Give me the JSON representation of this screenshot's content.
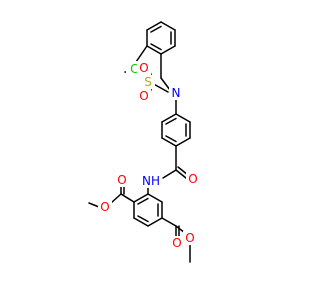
{
  "atoms": {
    "cl": {
      "text": "Cl",
      "color": "#00cc00"
    },
    "n_sulfonamide": {
      "text": "N",
      "color": "#0000ff"
    },
    "s": {
      "text": "S",
      "color": "#b2b200"
    },
    "o_s1": {
      "text": "O",
      "color": "#ff0000"
    },
    "o_s2": {
      "text": "O",
      "color": "#ff0000"
    },
    "nh": {
      "text": "NH",
      "color": "#0000ff"
    },
    "o_amide": {
      "text": "O",
      "color": "#ff0000"
    },
    "o_ester1_carbonyl": {
      "text": "O",
      "color": "#ff0000"
    },
    "o_ester1_ether": {
      "text": "O",
      "color": "#ff0000"
    },
    "o_ester2_carbonyl": {
      "text": "O",
      "color": "#ff0000"
    },
    "o_ester2_ether": {
      "text": "O",
      "color": "#ff0000"
    }
  },
  "bond_color": "#000000"
}
